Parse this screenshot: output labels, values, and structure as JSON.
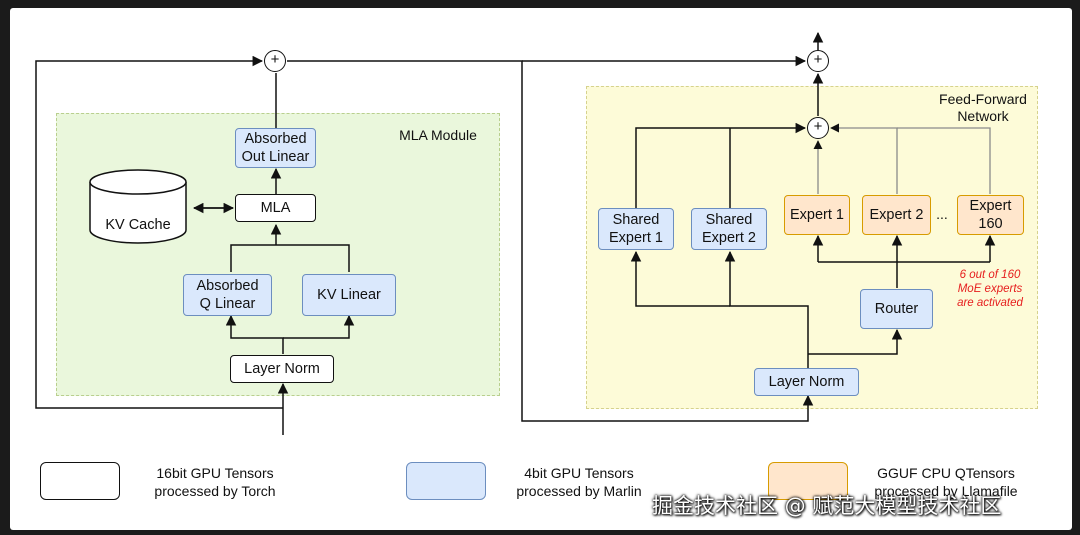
{
  "regions": {
    "mla_label": "MLA Module",
    "ffn_label": "Feed-Forward\nNetwork"
  },
  "nodes": {
    "kv_cache": "KV Cache",
    "mla": "MLA",
    "absorbed_out_linear": "Absorbed\nOut Linear",
    "absorbed_q_linear": "Absorbed\nQ Linear",
    "kv_linear": "KV Linear",
    "layer_norm_attn": "Layer Norm",
    "shared_expert_1": "Shared\nExpert 1",
    "shared_expert_2": "Shared\nExpert 2",
    "expert_1": "Expert 1",
    "expert_2": "Expert 2",
    "expert_ellipsis": "...",
    "expert_160": "Expert\n160",
    "router": "Router",
    "layer_norm_ffn": "Layer Norm",
    "plus": "+"
  },
  "note": "6 out of 160\nMoE experts\nare activated",
  "legend": [
    {
      "text": "16bit GPU Tensors\nprocessed by Torch",
      "fill": "#ffffff",
      "stroke": "#111111"
    },
    {
      "text": "4bit GPU Tensors\nprocessed by Marlin",
      "fill": "#dae8fc",
      "stroke": "#6c8ebf"
    },
    {
      "text": "GGUF CPU QTensors\nprocessed by Llamafile",
      "fill": "#ffe6cc",
      "stroke": "#d79b00"
    }
  ],
  "watermark": "掘金技术社区 @ 赋范大模型技术社区",
  "colors": {
    "cpu_blue": "#dae8fc",
    "gpu_orange": "#ffe6cc",
    "mla_green": "#eaf7dc",
    "ffn_yellow": "#fdfbd8",
    "note_red": "#e61e1e"
  }
}
